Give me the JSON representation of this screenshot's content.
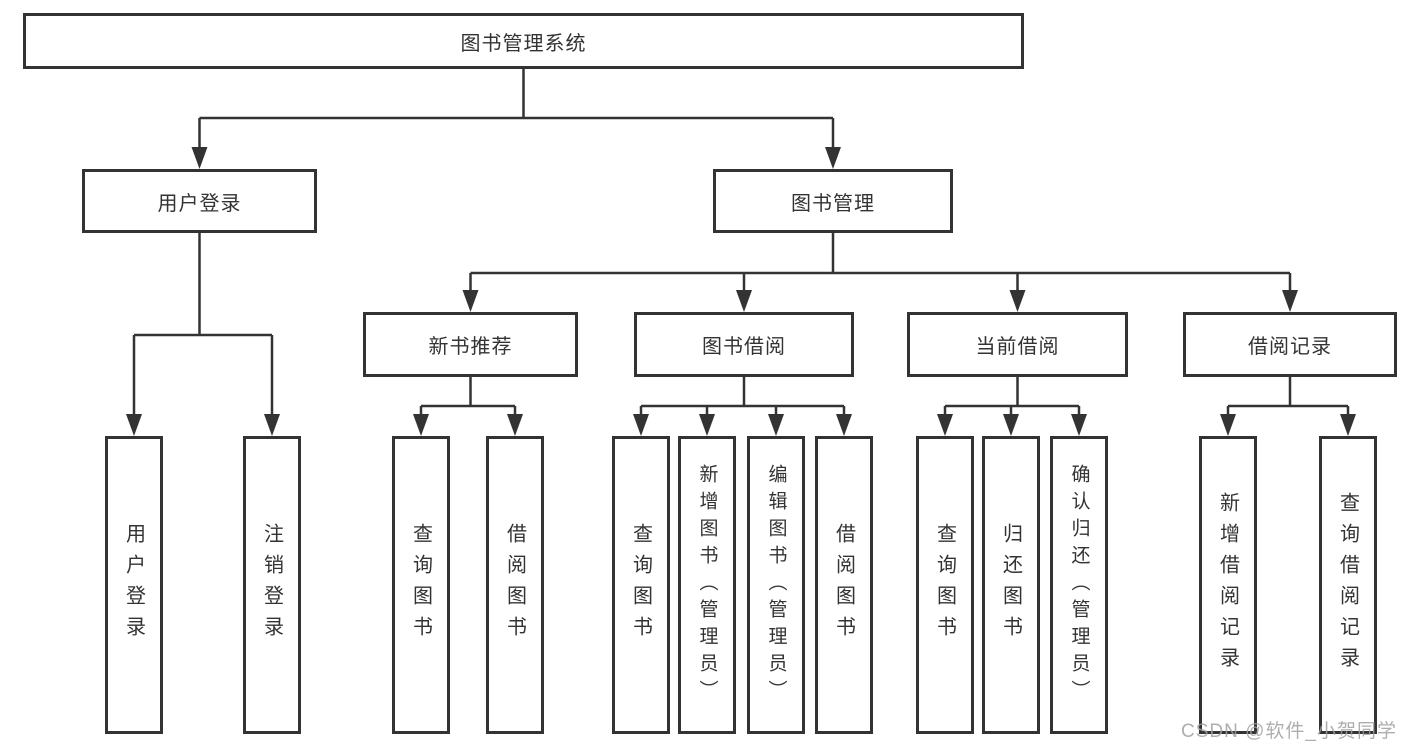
{
  "diagram": {
    "root": "图书管理系统",
    "level2": {
      "user_login": "用户登录",
      "book_mgmt": "图书管理"
    },
    "level3": {
      "new_book": "新书推荐",
      "book_borrow": "图书借阅",
      "current_borrow": "当前借阅",
      "borrow_record": "借阅记录"
    },
    "leaves": {
      "user_login": [
        "用户登录",
        "注销登录"
      ],
      "new_book": [
        "查询图书",
        "借阅图书"
      ],
      "book_borrow": [
        "查询图书",
        "新增图书（管理员）",
        "编辑图书（管理员）",
        "借阅图书"
      ],
      "current_borrow": [
        "查询图书",
        "归还图书",
        "确认归还（管理员）"
      ],
      "borrow_record": [
        "新增借阅记录",
        "查询借阅记录"
      ]
    }
  },
  "watermark": "CSDN @软件_小贺同学",
  "colors": {
    "line": "#333333",
    "text": "#333333",
    "watermark": "#a0a0a0",
    "background": "#ffffff"
  }
}
